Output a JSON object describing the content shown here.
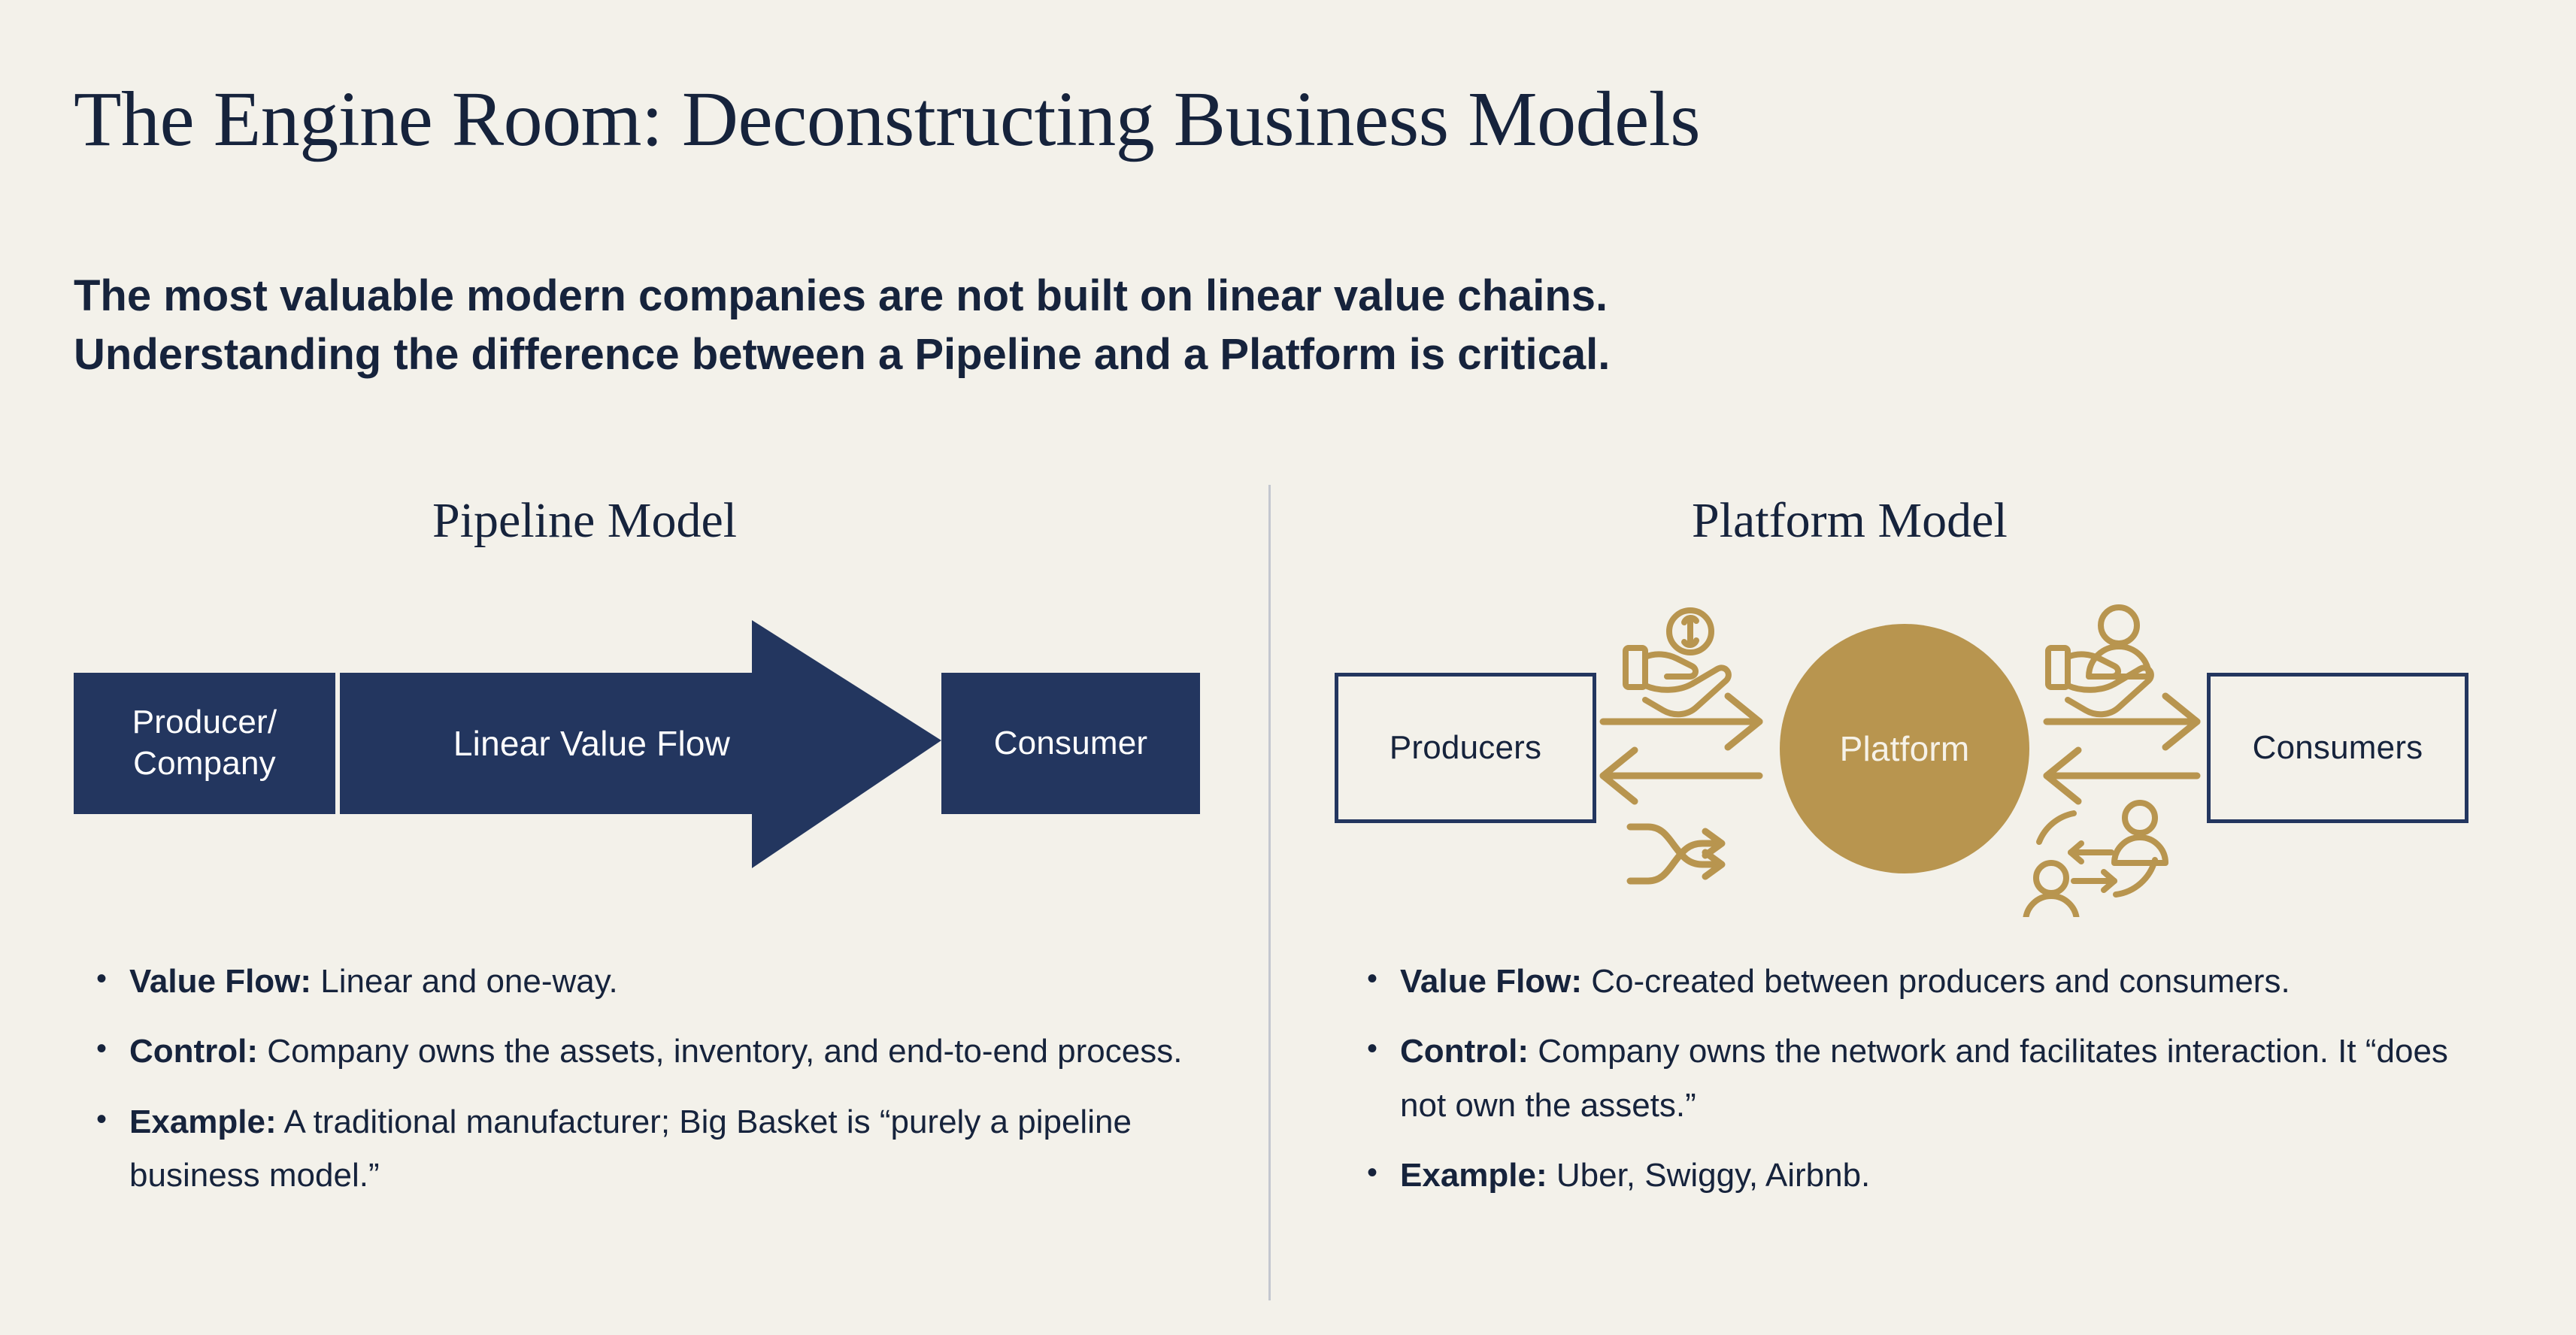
{
  "theme": {
    "background": "#f3f1ea",
    "navy": "#23365f",
    "navy_text": "#16233c",
    "gold": "#b8954f",
    "divider": "#c3c7cf",
    "white": "#ffffff"
  },
  "header": {
    "title": "The Engine Room: Deconstructing Business Models",
    "subtitle_line1": "The most valuable modern companies are not built on linear value chains.",
    "subtitle_line2": "Understanding the difference between a Pipeline and a Platform is critical."
  },
  "pipeline": {
    "heading": "Pipeline Model",
    "diagram": {
      "producer_box": "Producer/\nCompany",
      "producer_box_line1": "Producer/",
      "producer_box_line2": "Company",
      "flow_label": "Linear Value Flow",
      "consumer_box": "Consumer"
    },
    "bullets": [
      {
        "lead": "Value Flow:",
        "text": " Linear and one-way."
      },
      {
        "lead": "Control:",
        "text": " Company owns the assets, inventory, and end-to-end process."
      },
      {
        "lead": "Example:",
        "text": " A traditional manufacturer; Big Basket is “purely a pipeline business model.”"
      }
    ]
  },
  "platform": {
    "heading": "Platform Model",
    "diagram": {
      "producers_box": "Producers",
      "platform_circle": "Platform",
      "consumers_box": "Consumers",
      "icons": [
        {
          "name": "hand-holding-money-icon",
          "position": "top-left"
        },
        {
          "name": "shuffle-arrows-icon",
          "position": "bottom-left"
        },
        {
          "name": "hand-holding-person-icon",
          "position": "top-right"
        },
        {
          "name": "people-exchange-icon",
          "position": "bottom-right"
        }
      ],
      "arrows": [
        {
          "name": "producers-to-platform-arrow",
          "direction": "right"
        },
        {
          "name": "platform-to-producers-arrow",
          "direction": "left"
        },
        {
          "name": "platform-to-consumers-arrow",
          "direction": "right"
        },
        {
          "name": "consumers-to-platform-arrow",
          "direction": "left"
        }
      ]
    },
    "bullets": [
      {
        "lead": "Value Flow:",
        "text": " Co-created between producers and consumers."
      },
      {
        "lead": "Control:",
        "text": " Company owns the network and facilitates interaction. It “does not own the assets.”"
      },
      {
        "lead": "Example:",
        "text": " Uber, Swiggy, Airbnb."
      }
    ]
  }
}
